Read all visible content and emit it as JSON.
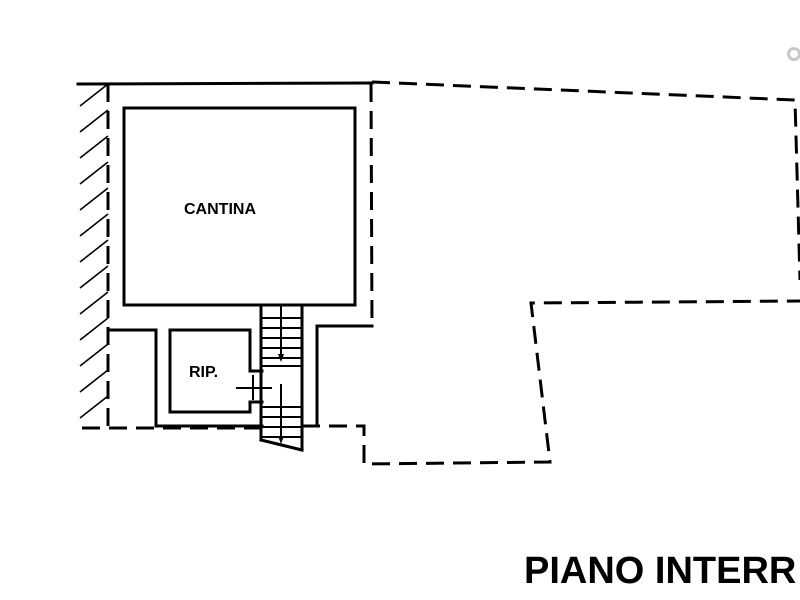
{
  "plan": {
    "title": "PIANO INTERR",
    "rooms": [
      {
        "id": "cantina",
        "label": "CANTINA"
      },
      {
        "id": "ripostiglio",
        "label": "RIP."
      }
    ]
  },
  "colors": {
    "ink": "#000000",
    "background": "#ffffff"
  }
}
